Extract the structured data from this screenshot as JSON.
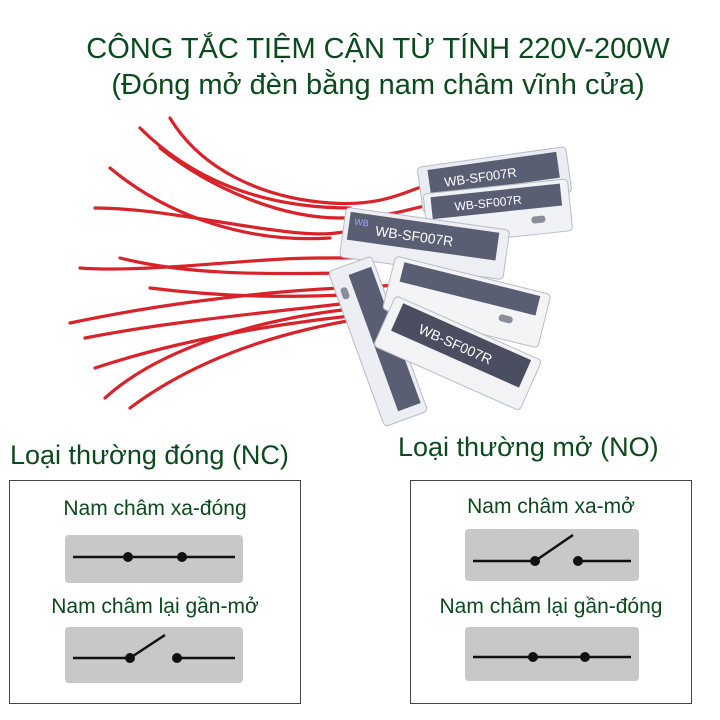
{
  "title": {
    "line1": "CÔNG TẮC TIỆM CẬN TỪ TÍNH 220V-200W",
    "line2": "(Đóng mở đèn bằng nam châm vĩnh cửa)"
  },
  "product_label": "WB-SF007R",
  "product_brand": "WB",
  "nc": {
    "label": "Loại thường đóng (NC)",
    "far_caption": "Nam châm xa-đóng",
    "near_caption": "Nam châm lại gần-mở"
  },
  "no": {
    "label": "Loại thường mở (NO)",
    "far_caption": "Nam châm xa-mở",
    "near_caption": "Nam châm lại gần-đóng"
  },
  "colors": {
    "title_green": "#0b4a1c",
    "wire_red": "#d8232a",
    "switch_grey": "#c8c8c8"
  }
}
